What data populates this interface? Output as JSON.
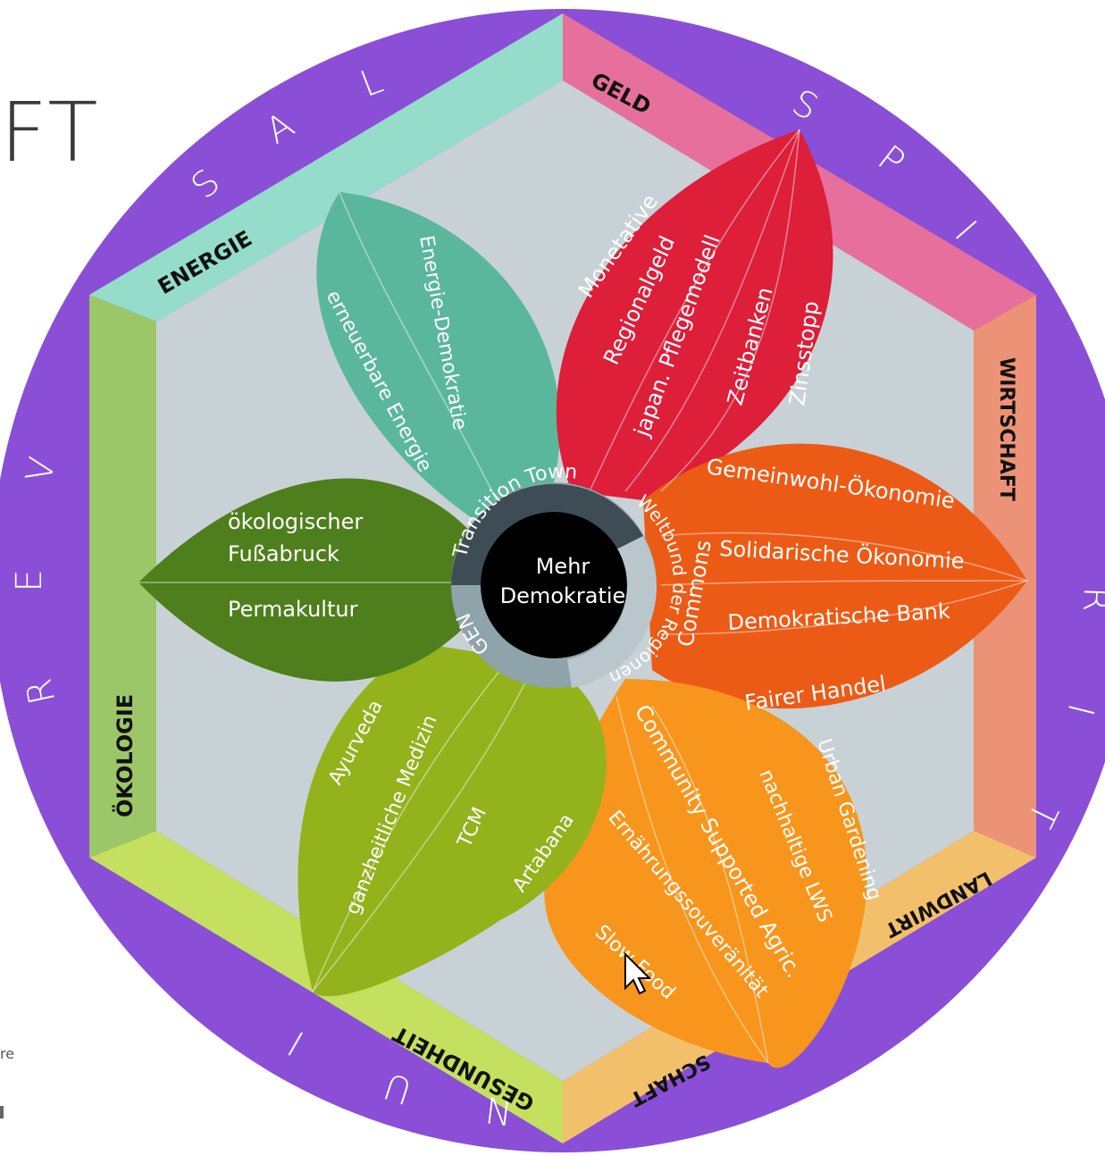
{
  "page": {
    "title_fragment": "FT",
    "side_fragment": "re"
  },
  "outer_ring": {
    "color": "#8a4fd6",
    "letters": [
      {
        "char": "S"
      },
      {
        "char": "A"
      },
      {
        "char": "L"
      },
      {
        "char": "S"
      },
      {
        "char": "P"
      },
      {
        "char": "I"
      },
      {
        "char": "R"
      },
      {
        "char": "I"
      },
      {
        "char": "T"
      },
      {
        "char": "U"
      },
      {
        "char": "N"
      },
      {
        "char": "I"
      },
      {
        "char": "V"
      },
      {
        "char": "E"
      },
      {
        "char": "R"
      }
    ]
  },
  "sectors": [
    {
      "name": "GELD",
      "color": "#e6709b"
    },
    {
      "name": "WIRTSCHAFT",
      "color": "#ec9277"
    },
    {
      "name": "LANDWIRT",
      "color": "#f2c06b"
    },
    {
      "name": "SCHAFT",
      "color": "#f2c06b"
    },
    {
      "name": "GESUNDHEIT",
      "color": "#c4e05e"
    },
    {
      "name": "ÖKOLOGIE",
      "color": "#9cc768"
    },
    {
      "name": "ENERGIE",
      "color": "#95dccb"
    }
  ],
  "petals": [
    {
      "group": "geld",
      "color": "#dd1f3a",
      "items": [
        "Monetative",
        "Regionalgeld",
        "japan. Pflegemodell",
        "Zeitbanken",
        "Zinsstopp"
      ]
    },
    {
      "group": "wirtschaft",
      "color": "#ec5b16",
      "items": [
        "Gemeinwohl-Ökonomie",
        "Solidarische Ökonomie",
        "Demokratische Bank",
        "Fairer Handel",
        "Commons"
      ]
    },
    {
      "group": "landwirtschaft",
      "color": "#f7951d",
      "items": [
        "Community Supported Agric.",
        "nachhaltige LWS",
        "Urban Gardening",
        "Ernährungssouveränität",
        "Slow Food"
      ]
    },
    {
      "group": "gesundheit",
      "color": "#93b21c",
      "items": [
        "Ayurveda",
        "ganzheitliche Medizin",
        "TCM",
        "Artabana"
      ]
    },
    {
      "group": "oekologie",
      "color": "#4e7f1c",
      "items": [
        "ökologischer",
        "Fußabruck",
        "Permakultur"
      ]
    },
    {
      "group": "energie",
      "color": "#5bb79c",
      "items": [
        "erneuerbare Energie",
        "Energie-Demokratie"
      ]
    }
  ],
  "inner_ring": {
    "segments": [
      "Transition Town",
      "Weltbund der Regionen",
      "GEN"
    ]
  },
  "center": {
    "line1": "Mehr",
    "line2": "Demokratie",
    "color": "#000000"
  },
  "colors": {
    "hexagon_inner": "#c8d2d6",
    "circle_band": "#8a4fd6"
  }
}
